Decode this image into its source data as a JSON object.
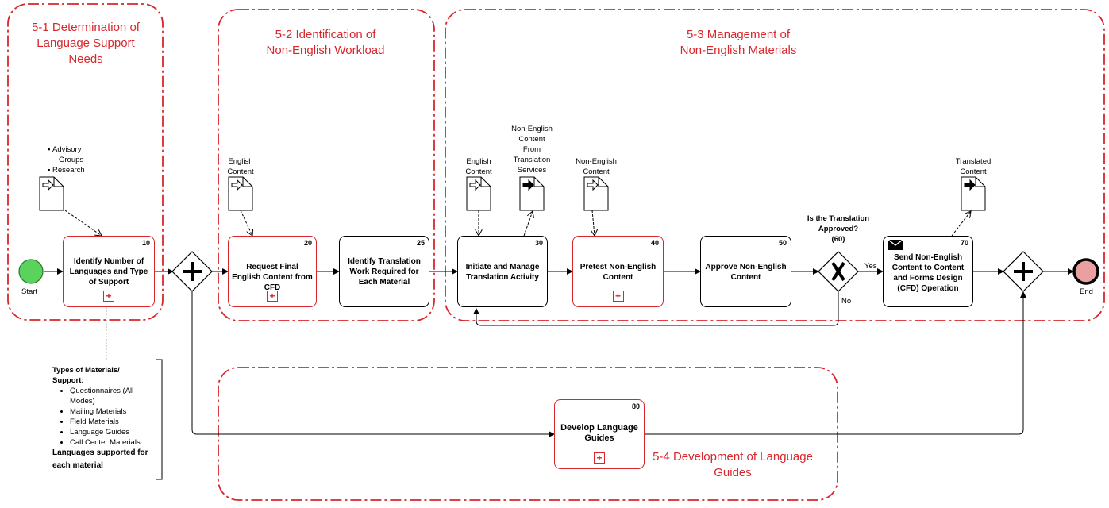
{
  "groups": {
    "g1": {
      "line1": "5-1 Determination of",
      "line2": "Language Support",
      "line3": "Needs"
    },
    "g2": {
      "line1": "5-2 Identification of",
      "line2": "Non-English Workload"
    },
    "g3": {
      "line1": "5-3 Management of",
      "line2": "Non-English Materials"
    },
    "g4": {
      "line1": "5-4 Development of Language",
      "line2": "Guides"
    }
  },
  "events": {
    "start": "Start",
    "end": "End"
  },
  "tasks": [
    {
      "num": "10",
      "label": "Identify Number of Languages and Type of Support"
    },
    {
      "num": "20",
      "label": "Request Final English Content from CFD"
    },
    {
      "num": "25",
      "label": "Identify Translation Work Required for Each Material"
    },
    {
      "num": "30",
      "label": "Initiate and Manage Translation Activity"
    },
    {
      "num": "40",
      "label": "Pretest Non-English Content"
    },
    {
      "num": "50",
      "label": "Approve Non-English Content"
    },
    {
      "num": "70",
      "label": "Send Non-English Content to Content and Forms Design (CFD) Operation"
    },
    {
      "num": "80",
      "label": "Develop Language Guides"
    }
  ],
  "subprocess_marker": "+",
  "data_objects": {
    "d1": [
      "Advisory",
      "Groups",
      "Research"
    ],
    "d2": [
      "English",
      "Content"
    ],
    "d3": [
      "English",
      "Content"
    ],
    "d4": [
      "Non-English",
      "Content",
      "From",
      "Translation",
      "Services"
    ],
    "d5": [
      "Non-English",
      "Content"
    ],
    "d6": [
      "Translated",
      "Content"
    ]
  },
  "gateway": {
    "question": "Is the Translation",
    "question2": "Approved?",
    "question3": "(60)",
    "yes": "Yes",
    "no": "No"
  },
  "annotation": {
    "title": "Types of Materials/",
    "title2": "Support:",
    "items": [
      "Questionnaires (All Modes)",
      "Mailing Materials",
      "Field Materials",
      "Language Guides",
      "Call Center Materials"
    ],
    "footer1": "Languages supported for",
    "footer2": "each material"
  },
  "colors": {
    "group_border": "#d9262b",
    "start_fill": "#5bd25b",
    "end_fill": "#e8a0a0"
  }
}
